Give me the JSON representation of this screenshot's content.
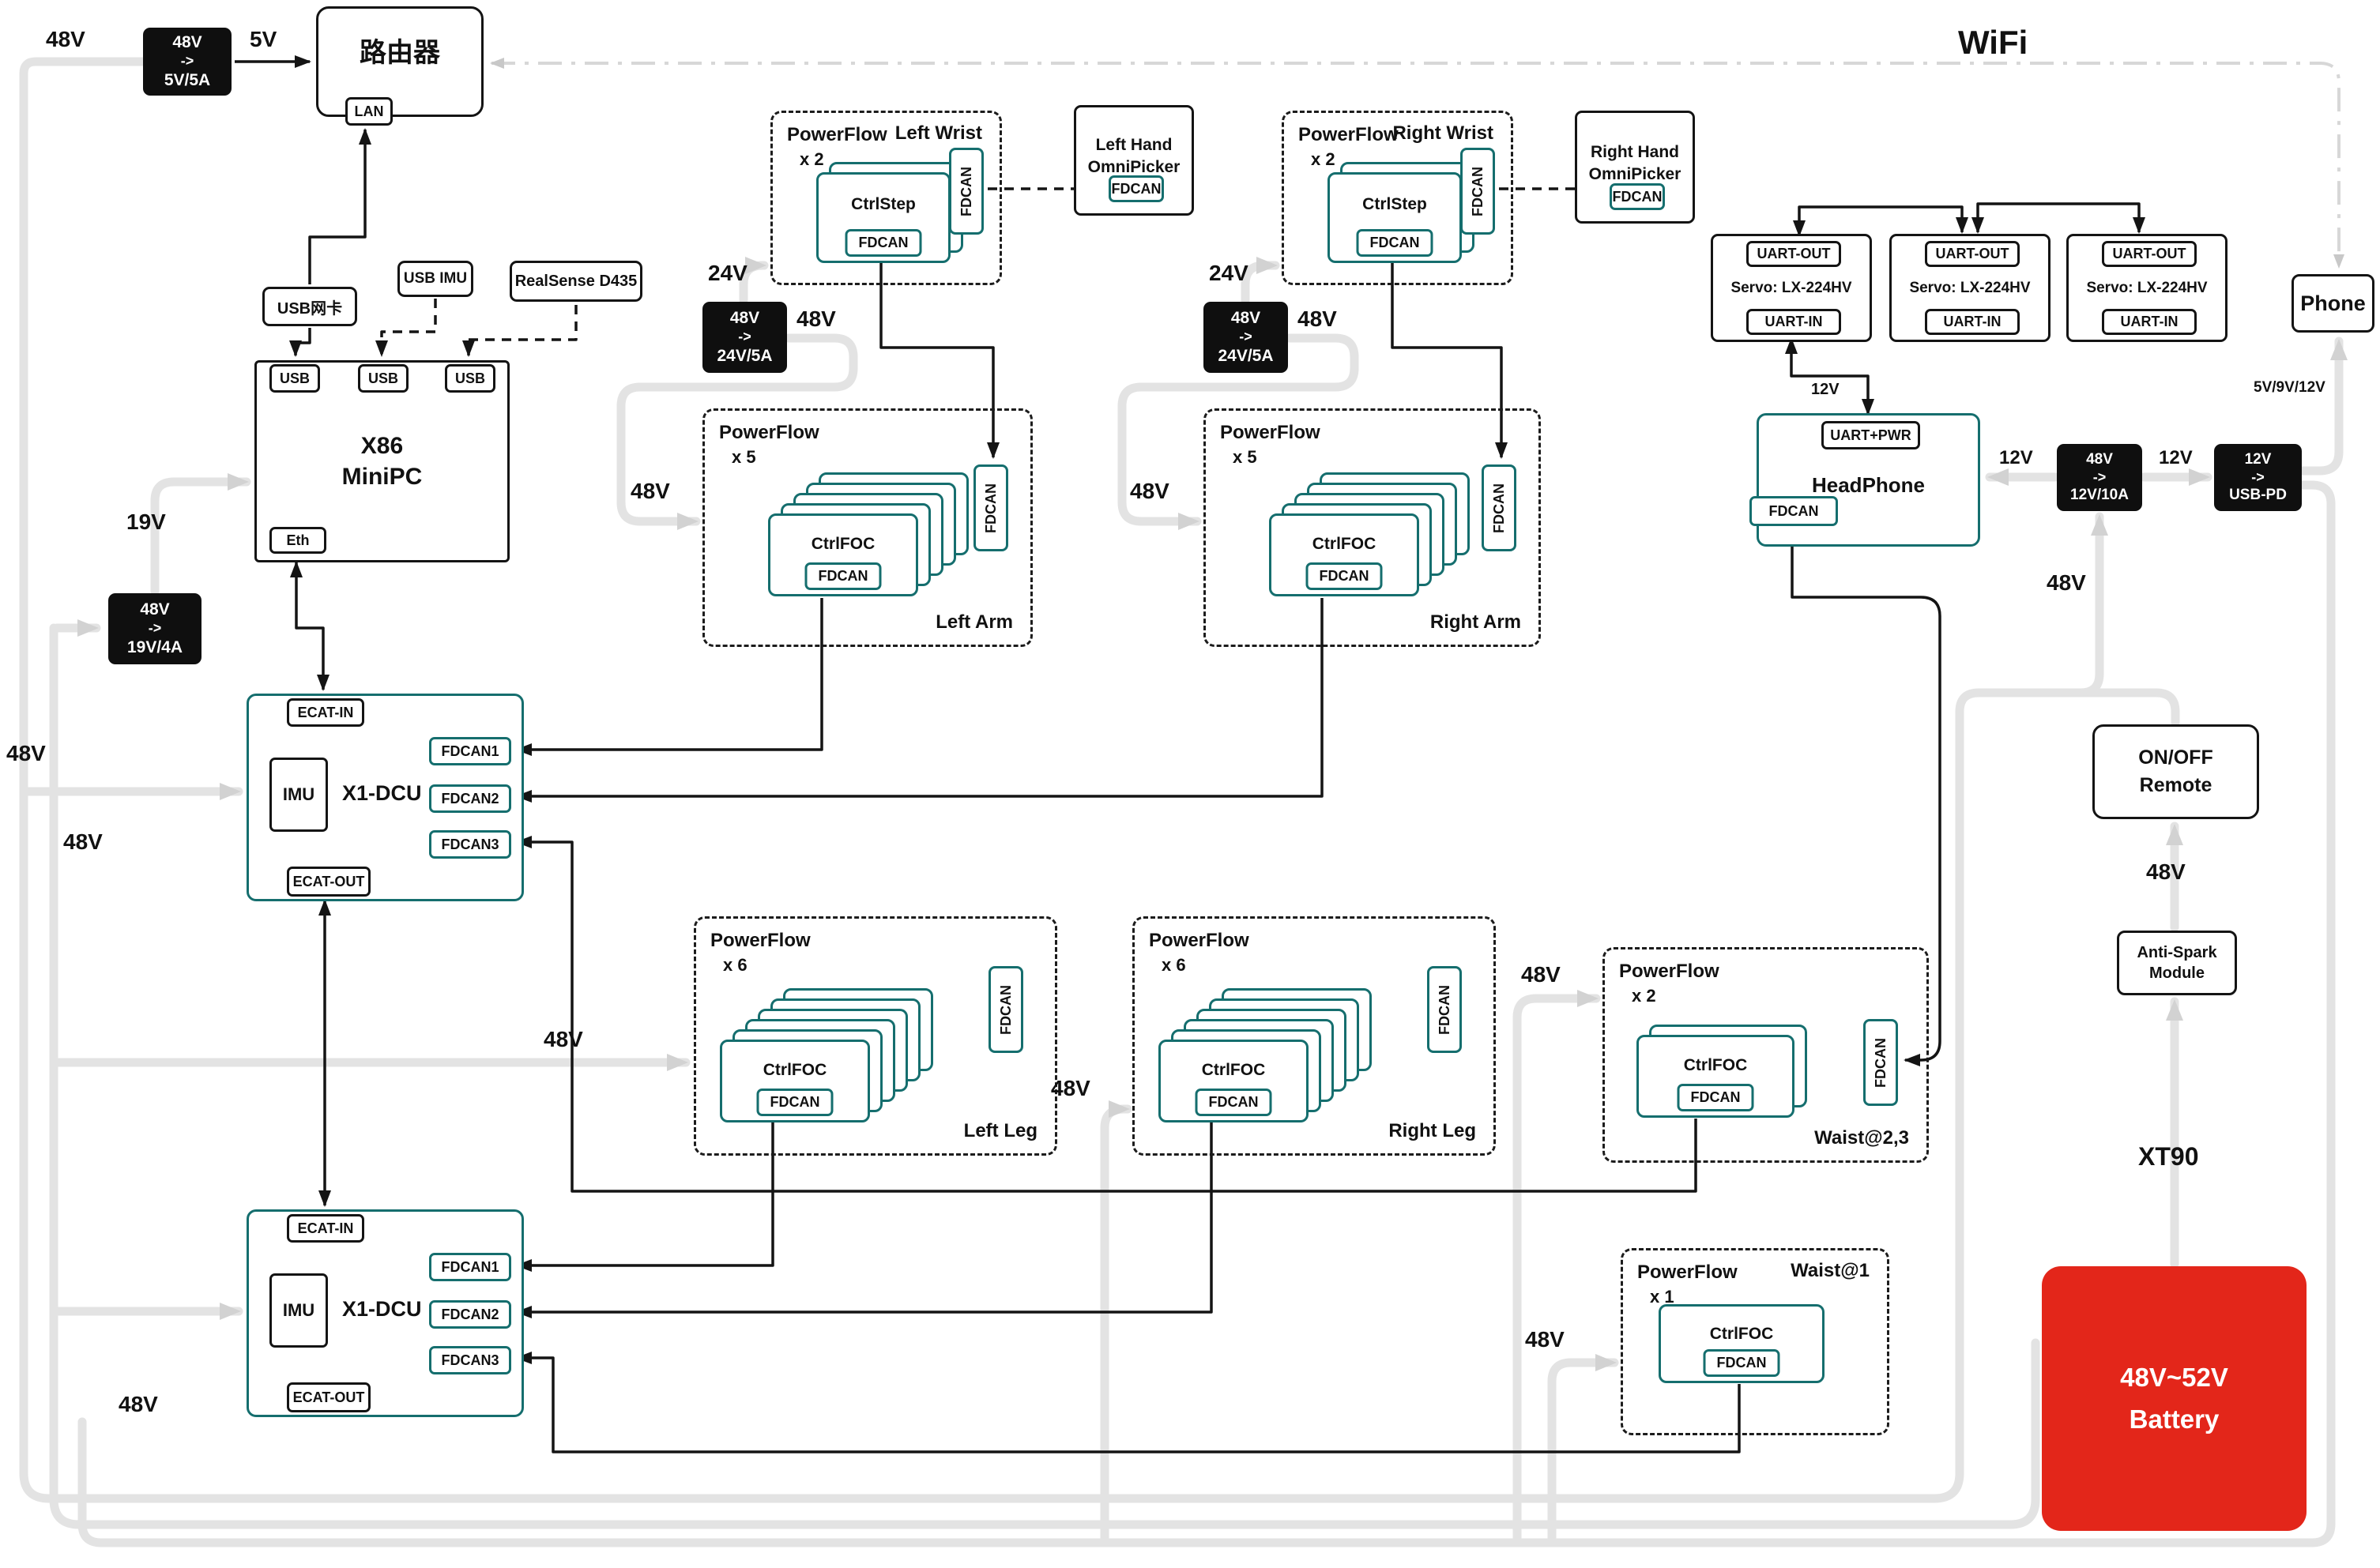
{
  "labels": {
    "wifi": "WiFi",
    "v48": "48V",
    "v24": "24V",
    "v19": "19V",
    "v12": "12V",
    "v5": "5V",
    "xt90": "XT90",
    "phone_volts": "5V/9V/12V"
  },
  "router": {
    "title": "路由器",
    "lan": "LAN"
  },
  "converters": {
    "c5": {
      "in": "48V",
      "arrow": "->",
      "out": "5V/5A"
    },
    "c19": {
      "in": "48V",
      "arrow": "->",
      "out": "19V/4A"
    },
    "c24_left": {
      "in": "48V",
      "arrow": "->",
      "out": "24V/5A"
    },
    "c24_right": {
      "in": "48V",
      "arrow": "->",
      "out": "24V/5A"
    },
    "c12": {
      "in": "48V",
      "arrow": "->",
      "out": "12V/10A"
    },
    "c_usbpd": {
      "in": "12V",
      "arrow": "->",
      "out": "USB-PD"
    }
  },
  "peripherals": {
    "usb_nic": "USB网卡",
    "usb_imu": "USB IMU",
    "realsense": "RealSense D435"
  },
  "minipc": {
    "name1": "X86",
    "name2": "MiniPC",
    "usb": "USB",
    "eth": "Eth"
  },
  "dcu": {
    "title": "X1-DCU",
    "imu": "IMU",
    "ecat_in": "ECAT-IN",
    "ecat_out": "ECAT-OUT",
    "fdcan1": "FDCAN1",
    "fdcan2": "FDCAN2",
    "fdcan3": "FDCAN3"
  },
  "powerflow": {
    "title": "PowerFlow",
    "fdcan": "FDCAN",
    "left_wrist": {
      "count": "x 2",
      "n": 2,
      "loc": "Left Wrist",
      "ctrl": "CtrlStep"
    },
    "right_wrist": {
      "count": "x 2",
      "n": 2,
      "loc": "Right Wrist",
      "ctrl": "CtrlStep"
    },
    "left_arm": {
      "count": "x 5",
      "n": 5,
      "loc": "Left Arm",
      "ctrl": "CtrlFOC"
    },
    "right_arm": {
      "count": "x 5",
      "n": 5,
      "loc": "Right Arm",
      "ctrl": "CtrlFOC"
    },
    "left_leg": {
      "count": "x 6",
      "n": 6,
      "loc": "Left Leg",
      "ctrl": "CtrlFOC"
    },
    "right_leg": {
      "count": "x 6",
      "n": 6,
      "loc": "Right Leg",
      "ctrl": "CtrlFOC"
    },
    "waist23": {
      "count": "x 2",
      "n": 2,
      "loc": "Waist@2,3",
      "ctrl": "CtrlFOC"
    },
    "waist1": {
      "count": "x 1",
      "n": 1,
      "loc": "Waist@1",
      "ctrl": "CtrlFOC"
    }
  },
  "hands": {
    "left": {
      "name1": "Left Hand",
      "name2": "OmniPicker",
      "fdcan": "FDCAN"
    },
    "right": {
      "name1": "Right Hand",
      "name2": "OmniPicker",
      "fdcan": "FDCAN"
    }
  },
  "servo": {
    "uart_out": "UART-OUT",
    "name": "Servo: LX-224HV",
    "uart_in": "UART-IN"
  },
  "headphone": {
    "port": "UART+PWR",
    "title": "HeadPhone",
    "fdcan": "FDCAN"
  },
  "phone": {
    "title": "Phone"
  },
  "remote": {
    "name1": "ON/OFF",
    "name2": "Remote"
  },
  "antispark": {
    "name1": "Anti-Spark",
    "name2": "Module"
  },
  "battery": {
    "name1": "48V~52V",
    "name2": "Battery"
  },
  "colors": {
    "teal": "#156e6e",
    "wire": "#e3e3e3",
    "battery": "#e3261a"
  }
}
